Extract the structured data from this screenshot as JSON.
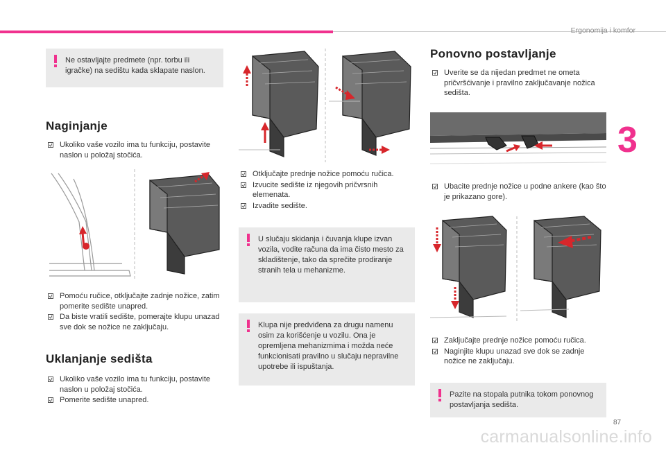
{
  "header": {
    "chapter_title": "Ergonomija i komfor",
    "chapter_number": "3",
    "page_number": "87"
  },
  "colors": {
    "accent": "#f0318e",
    "arrow": "#d7262b",
    "note_bg": "#eaeaea"
  },
  "col1": {
    "note_top": "Ne ostavljajte predmete (npr. torbu ili igračke) na sedištu kada sklapate naslon.",
    "heading_tilt": "Naginjanje",
    "tilt_bullets": [
      "Ukoliko vaše vozilo ima tu funkciju, postavite naslon u položaj stočića."
    ],
    "tilt_after_bullets": [
      "Pomoću ručice, otključajte zadnje nožice, zatim pomerite sedište unapred.",
      "Da biste vratili sedište, pomerajte klupu unazad sve dok se nožice ne zaključaju."
    ],
    "heading_remove": "Uklanjanje sedišta",
    "remove_bullets": [
      "Ukoliko vaše vozilo ima tu funkciju, postavite naslon u položaj stočića.",
      "Pomerite sedište unapred."
    ]
  },
  "col2": {
    "bullets": [
      "Otključajte prednje nožice pomoću ručica.",
      "Izvucite sedište iz njegovih pričvrsnih elemenata.",
      "Izvadite sedište."
    ],
    "note_storage": "U slučaju skidanja i čuvanja klupe izvan vozila, vodite računa da ima čisto mesto za skladištenje, tako da sprečite prodiranje stranih tela u mehanizme.",
    "note_purpose": "Klupa nije predviđena za drugu namenu osim za korišćenje u vozilu. Ona je opremljena mehanizmima i možda neće funkcionisati pravilno u slučaju nepravilne upotrebe ili ispuštanja."
  },
  "col3": {
    "heading_refit": "Ponovno postavljanje",
    "bullets_1": [
      "Uverite se da nijedan predmet ne ometa pričvršćivanje i pravilno zaključavanje nožica sedišta."
    ],
    "bullets_2": [
      "Ubacite prednje nožice u podne ankere (kao što je prikazano gore)."
    ],
    "bullets_3": [
      "Zaključajte prednje nožice pomoću ručica.",
      "Naginjite klupu unazad sve dok se zadnje nožice ne zaključaju."
    ],
    "note_feet": "Pazite na stopala putnika tokom ponovnog postavljanja sedišta."
  },
  "watermark": "carmanualsonline.info",
  "icons": {
    "warning": "warning-exclamation-icon",
    "bullet": "bullet-square-icon"
  }
}
